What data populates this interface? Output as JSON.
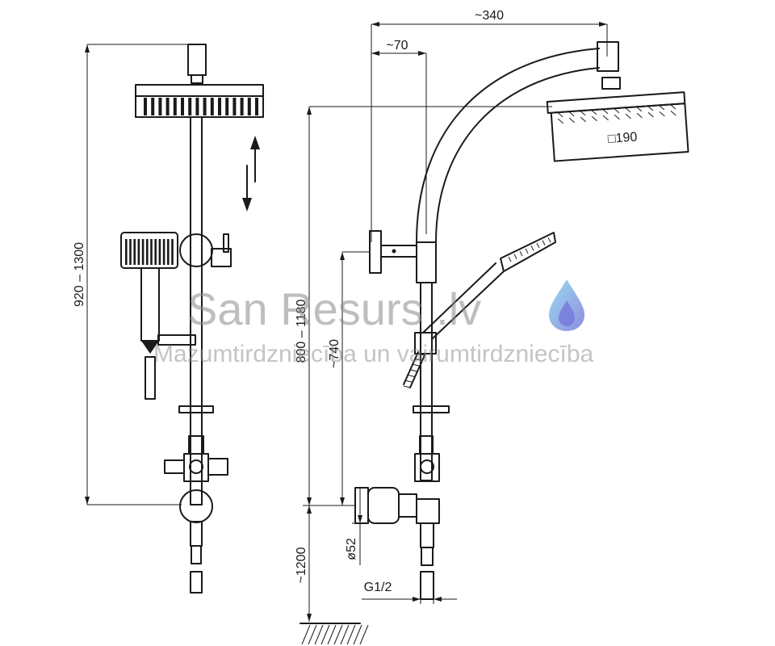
{
  "dimensions": {
    "height_range": "920 – 1300",
    "overall_width": "~340",
    "wall_offset": "~70",
    "head_size": "□190",
    "total_height": "800 – 1180",
    "handset_height": "~740",
    "floor_height": "~1200",
    "flange_diameter": "ø52",
    "thread": "G1/2"
  },
  "watermark": {
    "title": "San Resurs .lv",
    "subtitle": "Mazumtirdzniecība un vairumtirdzniecība"
  },
  "colors": {
    "line": "#1a1a1a",
    "watermark_text": "#8a8a8a",
    "drop_light": "#8ad4f0",
    "drop_dark": "#7a7ad8"
  }
}
